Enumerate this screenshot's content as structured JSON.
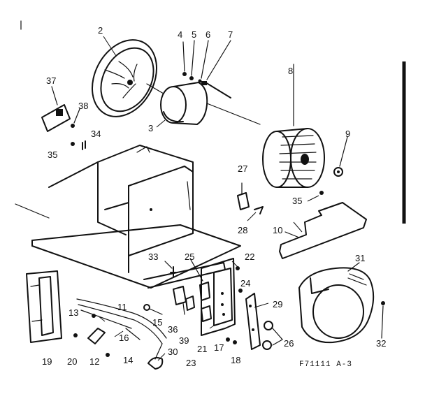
{
  "diagram": {
    "code": "F71111 A-3",
    "labels": [
      "2",
      "4",
      "5",
      "6",
      "7",
      "37",
      "38",
      "34",
      "35",
      "3",
      "8",
      "9",
      "27",
      "28",
      "35",
      "10",
      "33",
      "25",
      "22",
      "24",
      "29",
      "31",
      "13",
      "11",
      "15",
      "36",
      "39",
      "21",
      "23",
      "17",
      "18",
      "26",
      "32",
      "19",
      "20",
      "12",
      "14",
      "16",
      "30"
    ]
  }
}
